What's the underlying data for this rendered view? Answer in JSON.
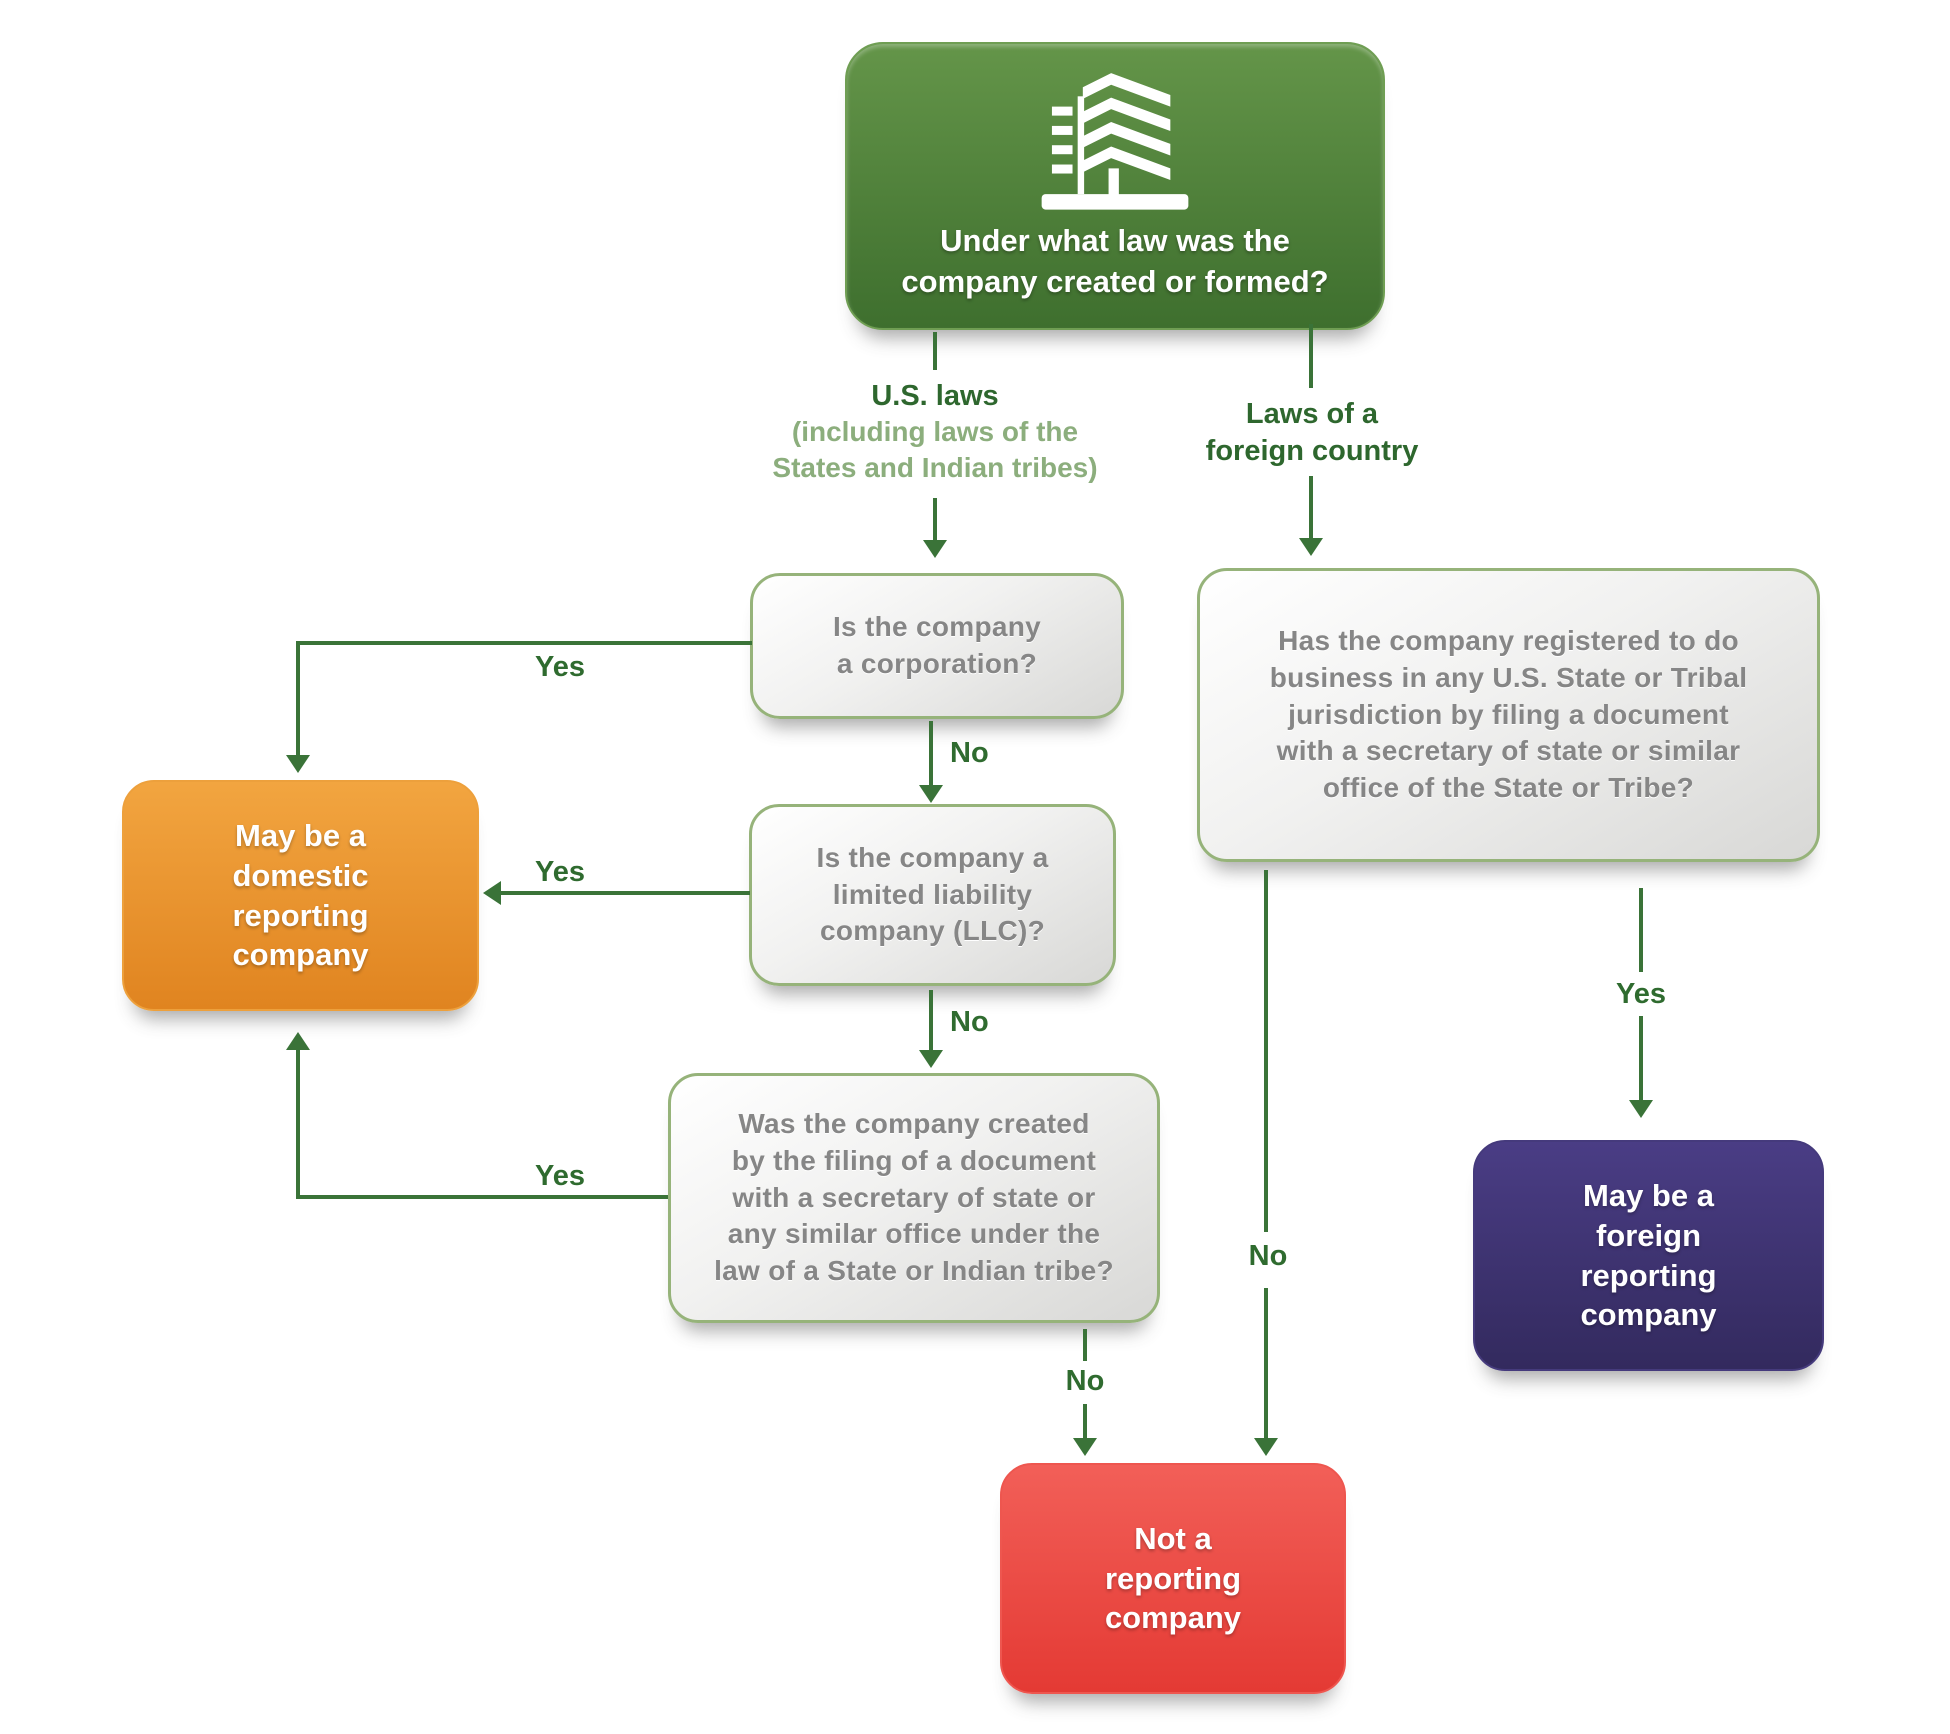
{
  "colors": {
    "root_box_green": "#4d7c38",
    "line_green": "#3a7338",
    "edge_label_green": "#2f6b2f",
    "branch_sublabel_green": "#8cae7d",
    "question_box_border_green": "#96b37a",
    "question_text_gray": "#868686",
    "domestic_orange": "#e8912d",
    "foreign_purple": "#3e3273",
    "not_reporting_red": "#e8433d"
  },
  "root_question": {
    "icon": "building-icon",
    "text": "Under what law was the\ncompany created or formed?"
  },
  "branch_labels": {
    "us_laws": {
      "title": "U.S. laws",
      "subtitle": "(including laws of the\nStates and Indian tribes)"
    },
    "foreign_laws": {
      "title": "Laws of a\nforeign country"
    }
  },
  "question_boxes": {
    "corporation": {
      "text": "Is the company\na corporation?"
    },
    "llc": {
      "text": "Is the company a\nlimited liability\ncompany (LLC)?"
    },
    "filing": {
      "text": "Was the company created\nby the filing of a document\nwith a secretary of state or\nany similar office under the\nlaw of a State or Indian tribe?"
    },
    "registered": {
      "text": "Has the company registered to do\nbusiness in any U.S. State or Tribal\njurisdiction by filing a document\nwith a secretary of state or similar\noffice of the State or Tribe?"
    }
  },
  "outcome_boxes": {
    "domestic": {
      "text": "May be a\ndomestic\nreporting\ncompany",
      "color": "#e8912d"
    },
    "foreign": {
      "text": "May be a\nforeign\nreporting\ncompany",
      "color": "#3e3273"
    },
    "not_reporting": {
      "text": "Not a\nreporting\ncompany",
      "color": "#e8433d"
    }
  },
  "edge_labels": {
    "yes": "Yes",
    "no": "No"
  }
}
